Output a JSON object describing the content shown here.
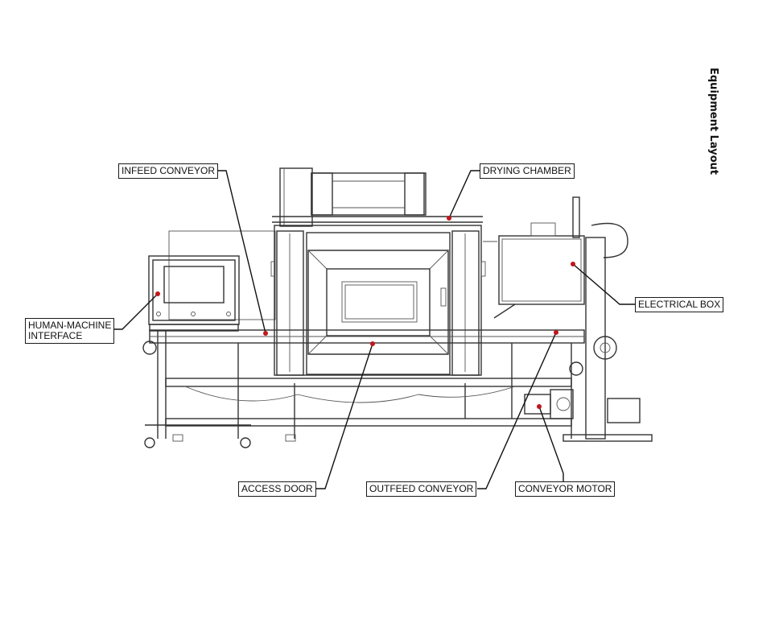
{
  "title": "Equipment Layout",
  "colors": {
    "line": "#333333",
    "marker": "#c0161c",
    "callout_border": "#1a1a1a"
  },
  "callouts": {
    "infeed_conveyor": "INFEED CONVEYOR",
    "drying_chamber": "DRYING CHAMBER",
    "electrical_box": "ELECTRICAL BOX",
    "human_machine_interface": "HUMAN-MACHINE\nINTERFACE",
    "access_door": "ACCESS DOOR",
    "outfeed_conveyor": "OUTFEED CONVEYOR",
    "conveyor_motor": "CONVEYOR MOTOR"
  }
}
